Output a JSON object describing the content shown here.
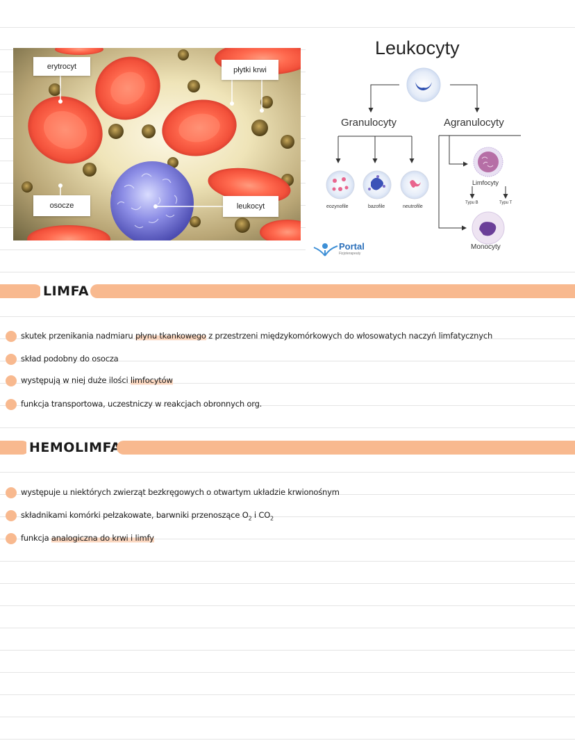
{
  "photo": {
    "labels": {
      "erytrocyt": "erytrocyt",
      "plytki": "płytki krwi",
      "osocze": "osocze",
      "leukocyt": "leukocyt"
    }
  },
  "diagram": {
    "title": "Leukocyty",
    "granulocyty": "Granulocyty",
    "agranulocyty": "Agranulocyty",
    "eozynofile": "eozynofile",
    "bazofile": "bazofile",
    "neutrofile": "neutrofile",
    "limfocyty": "Limfocyty",
    "typu_b": "Typu B",
    "typu_t": "Typu T",
    "monocyty": "Monocyty",
    "logo_name": "Portal",
    "logo_sub": "Fizjoterapeuty"
  },
  "sections": {
    "limfa": {
      "title": "LIMFA",
      "b1_pre": "skutek przenikania nadmiaru ",
      "b1_hl": "płynu tkankowego",
      "b1_post": " z przestrzeni międzykomórkowych do włosowatych naczyń limfatycznych",
      "b2": "skład podobny do osocza",
      "b3_pre": "występują w niej duże ilości ",
      "b3_hl": "limfocytów",
      "b4": "funkcja transportowa, uczestniczy w reakcjach obronnych org."
    },
    "hemolimfa": {
      "title": "HEMOLIMFA",
      "b1": "występuje u niektórych zwierząt bezkręgowych o otwartym układzie krwionośnym",
      "b2_pre": "składnikami komórki pełzakowate, barwniki przenoszące O",
      "b2_sub1": "2",
      "b2_mid": " i CO",
      "b2_sub2": "2",
      "b3_pre": "funkcja ",
      "b3_hl": "analogiczna do krwi i limfy"
    }
  },
  "colors": {
    "accent": "#f8b98f",
    "highlight": "#fbd7c0",
    "ruled_line": "#e4e4e4"
  }
}
